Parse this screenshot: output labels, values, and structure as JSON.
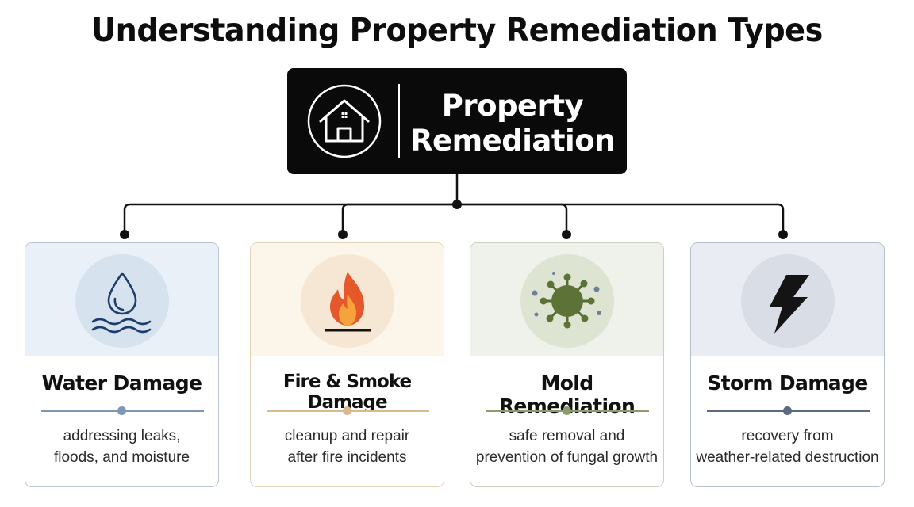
{
  "title": "Understanding Property Remediation Types",
  "root": {
    "label_line1": "Property",
    "label_line2": "Remediation",
    "icon": "house-icon"
  },
  "cards": [
    {
      "title": "Water Damage",
      "desc_line1": "addressing leaks,",
      "desc_line2": "floods, and moisture",
      "icon": "water-drop-icon",
      "colors": {
        "border": "#b9c6d6",
        "top_bg": "#eaf0f7",
        "circle": "#d7e2ef",
        "icon": "#1c3d6b",
        "dot": "#7f95b5"
      }
    },
    {
      "title": "Fire & Smoke Damage",
      "desc_line1": "cleanup and repair",
      "desc_line2": "after fire incidents",
      "icon": "flame-icon",
      "colors": {
        "border": "#e3d4b8",
        "top_bg": "#fbf5ea",
        "circle": "#f5e7d3",
        "icon": "#e25a2c",
        "dot": "#d9b98e"
      }
    },
    {
      "title": "Mold Remediation",
      "desc_line1": "safe removal and",
      "desc_line2": "prevention of fungal growth",
      "icon": "mold-spore-icon",
      "colors": {
        "border": "#c9d2bd",
        "top_bg": "#eff2ea",
        "circle": "#dde4d2",
        "icon": "#556b33",
        "dot": "#8d9c6e"
      }
    },
    {
      "title": "Storm Damage",
      "desc_line1": "recovery from",
      "desc_line2": "weather-related destruction",
      "icon": "lightning-bolt-icon",
      "colors": {
        "border": "#b7bfcc",
        "top_bg": "#e9edf3",
        "circle": "#d9dee6",
        "icon": "#141414",
        "dot": "#5c6a82"
      }
    }
  ]
}
